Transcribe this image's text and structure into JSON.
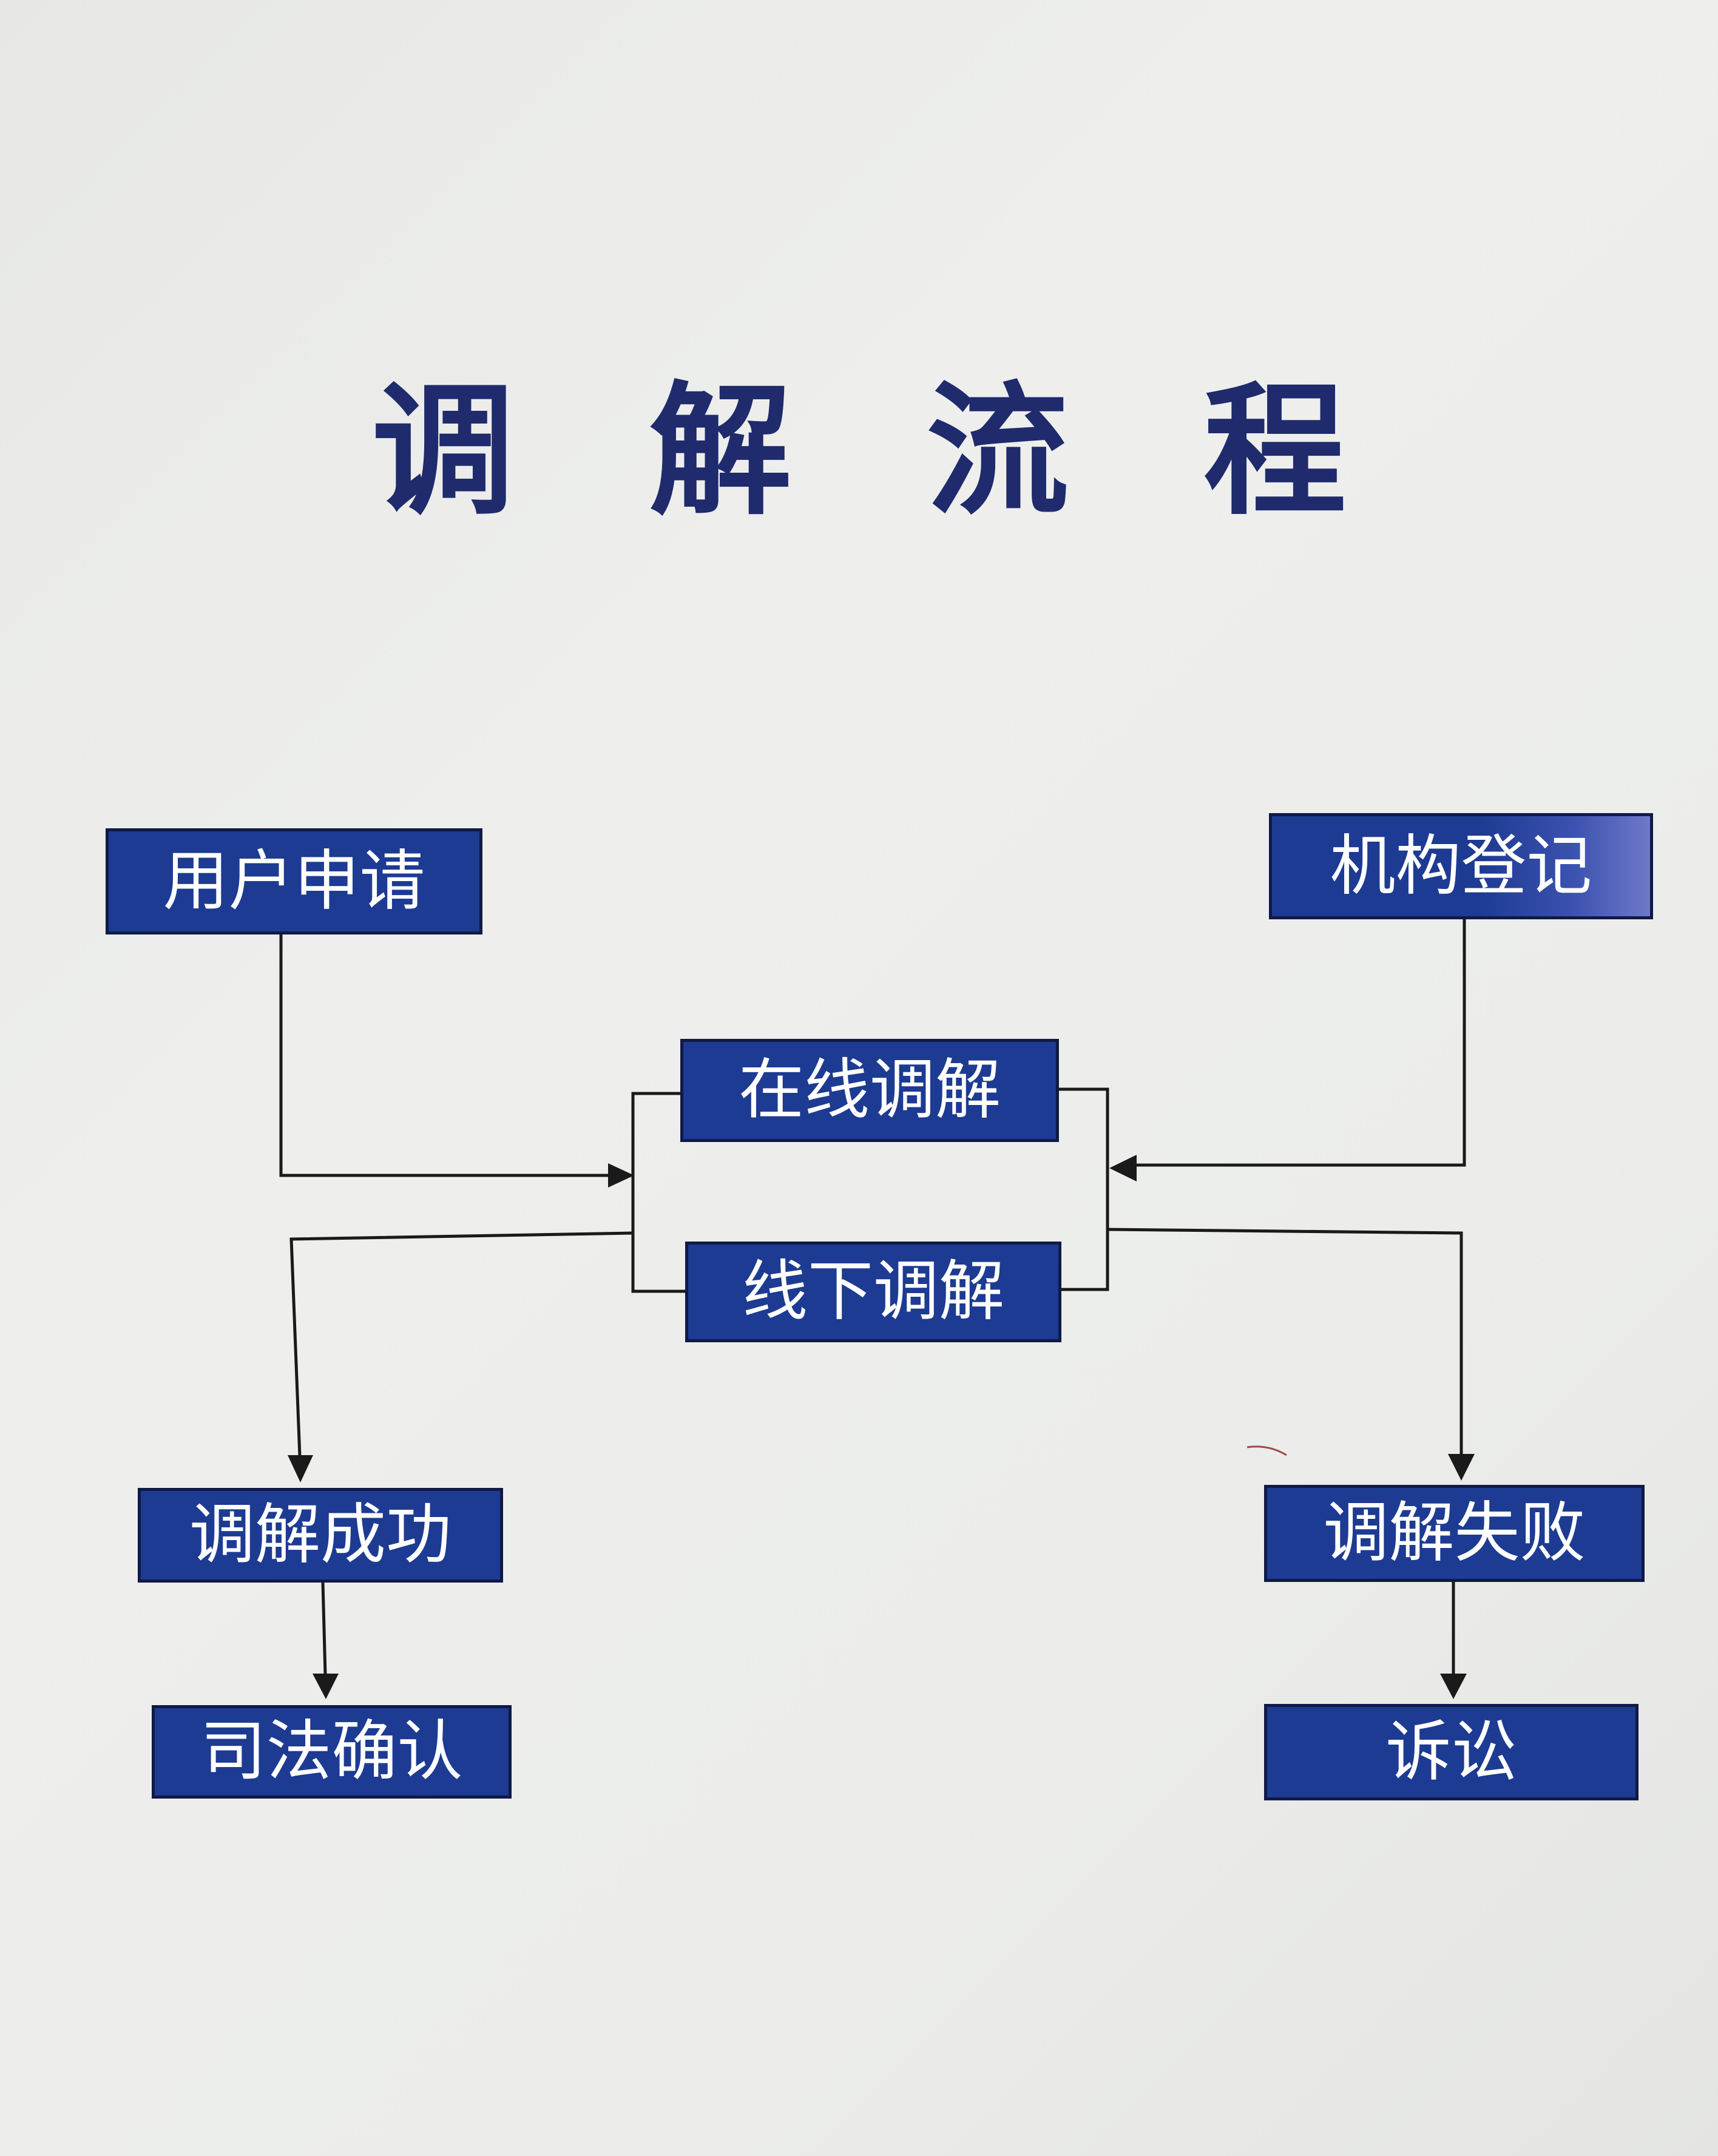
{
  "title": "调 解 流 程",
  "nodes": {
    "apply": "用户申请",
    "register": "机构登记",
    "online": "在线调解",
    "offline": "线下调解",
    "success": "调解成功",
    "fail": "调解失败",
    "judicial": "司法确认",
    "lawsuit": "诉讼"
  },
  "colors": {
    "box": "#1d3b92",
    "title": "#1f2b6c",
    "line": "#1a1a1a",
    "background": "#ecedeb"
  }
}
